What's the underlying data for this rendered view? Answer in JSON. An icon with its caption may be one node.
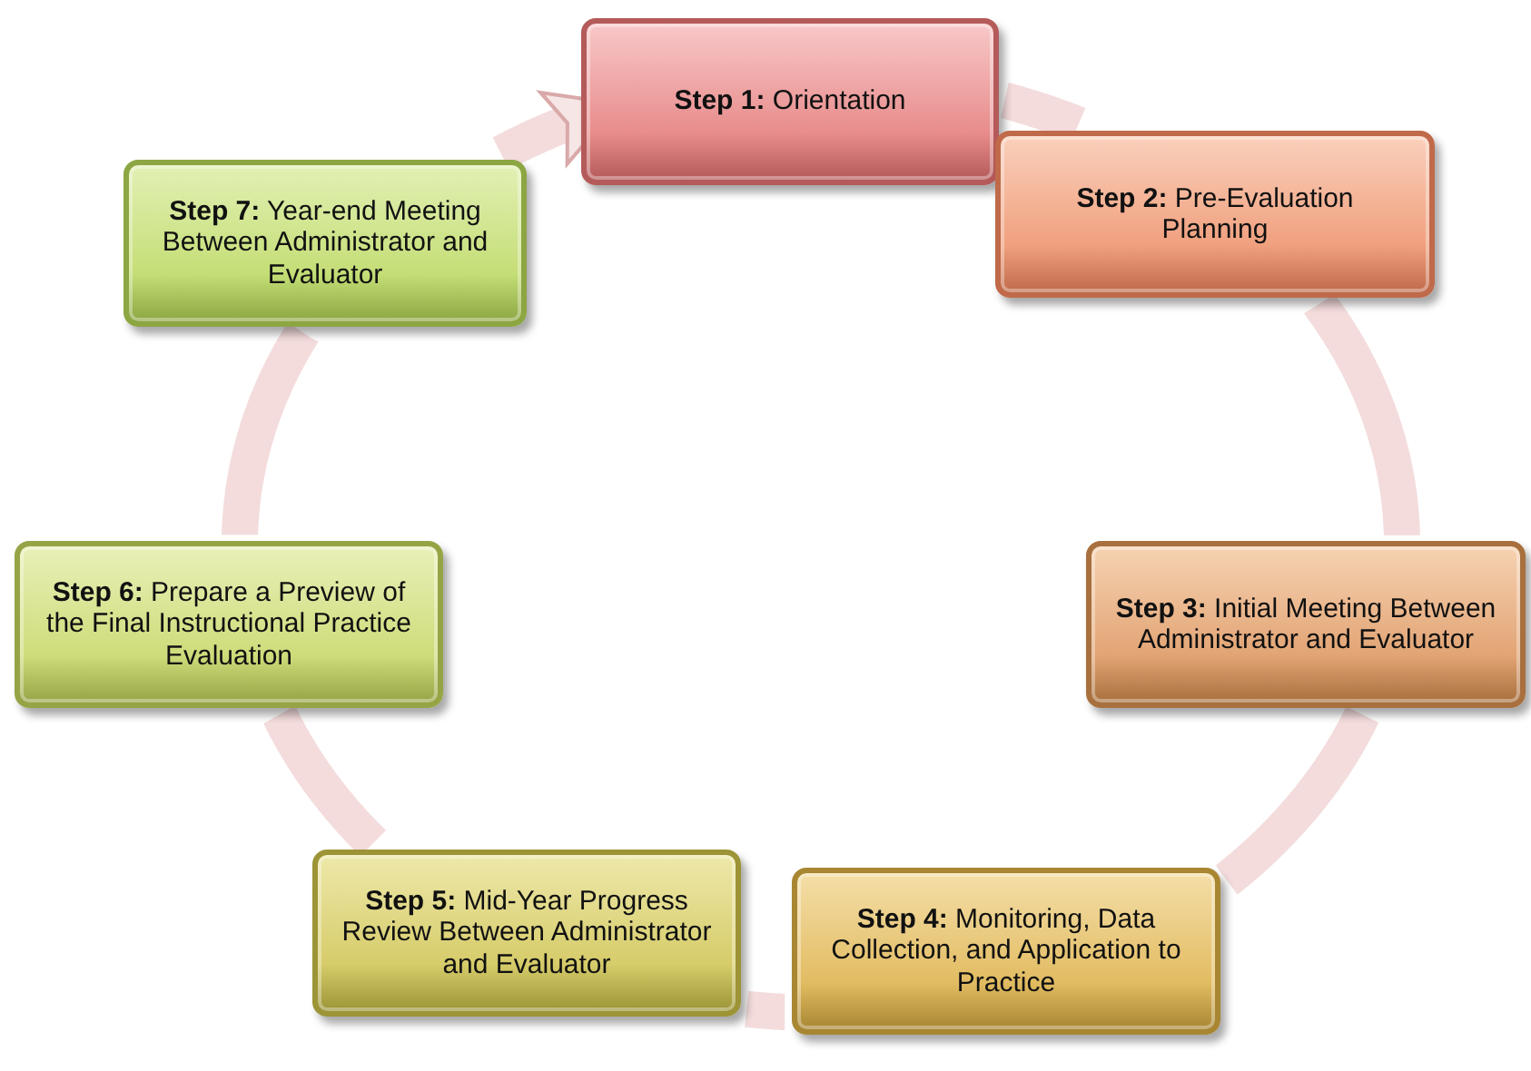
{
  "diagram": {
    "nodes": [
      {
        "text": [
          "**Step 1:** Orientation"
        ]
      },
      {
        "text": [
          "**Step 2:** Pre-Evaluation Planning"
        ]
      },
      {
        "text": [
          "**Step 3:** Initial Meeting Between Administrator and Evaluator"
        ]
      },
      {
        "text": [
          "**Step 4:** Monitoring, Data Collection, and Application to Practice"
        ]
      },
      {
        "text": [
          "**Step 5:** Mid-Year Progress Review Between Administrator and Evaluator"
        ]
      },
      {
        "text": [
          "**Step 6:** Prepare a Preview of the Final Instructional Practice Evaluation"
        ]
      },
      {
        "text": [
          "**Step 7:** Year-end Meeting Between Administrator and Evaluator"
        ]
      }
    ],
    "edges": [
      {
        "from": 0,
        "to": 1,
        "arrow": "none"
      },
      {
        "from": 1,
        "to": 2,
        "arrow": "none"
      },
      {
        "from": 2,
        "to": 3,
        "arrow": "none"
      },
      {
        "from": 3,
        "to": 4,
        "arrow": "none"
      },
      {
        "from": 4,
        "to": 5,
        "arrow": "none"
      },
      {
        "from": 5,
        "to": 6,
        "arrow": "none"
      },
      {
        "from": 6,
        "to": 0,
        "arrow": "to"
      }
    ]
  }
}
